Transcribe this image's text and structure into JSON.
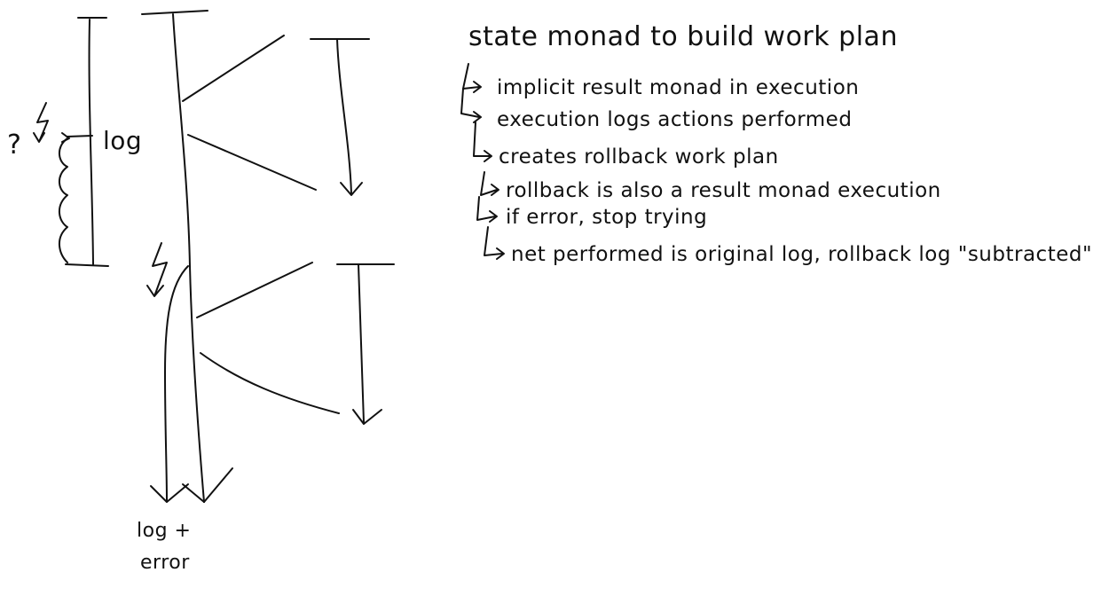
{
  "diagram": {
    "title": "state monad to build work plan",
    "steps": [
      "implicit result monad in execution",
      "execution logs actions performed",
      "creates rollback work plan",
      "rollback is also a result monad execution",
      "if error, stop trying",
      "net performed is original log, rollback log \"subtracted\""
    ],
    "log_label": "log",
    "question_mark": "?",
    "end_label_line1": "log +",
    "end_label_line2": "error"
  }
}
